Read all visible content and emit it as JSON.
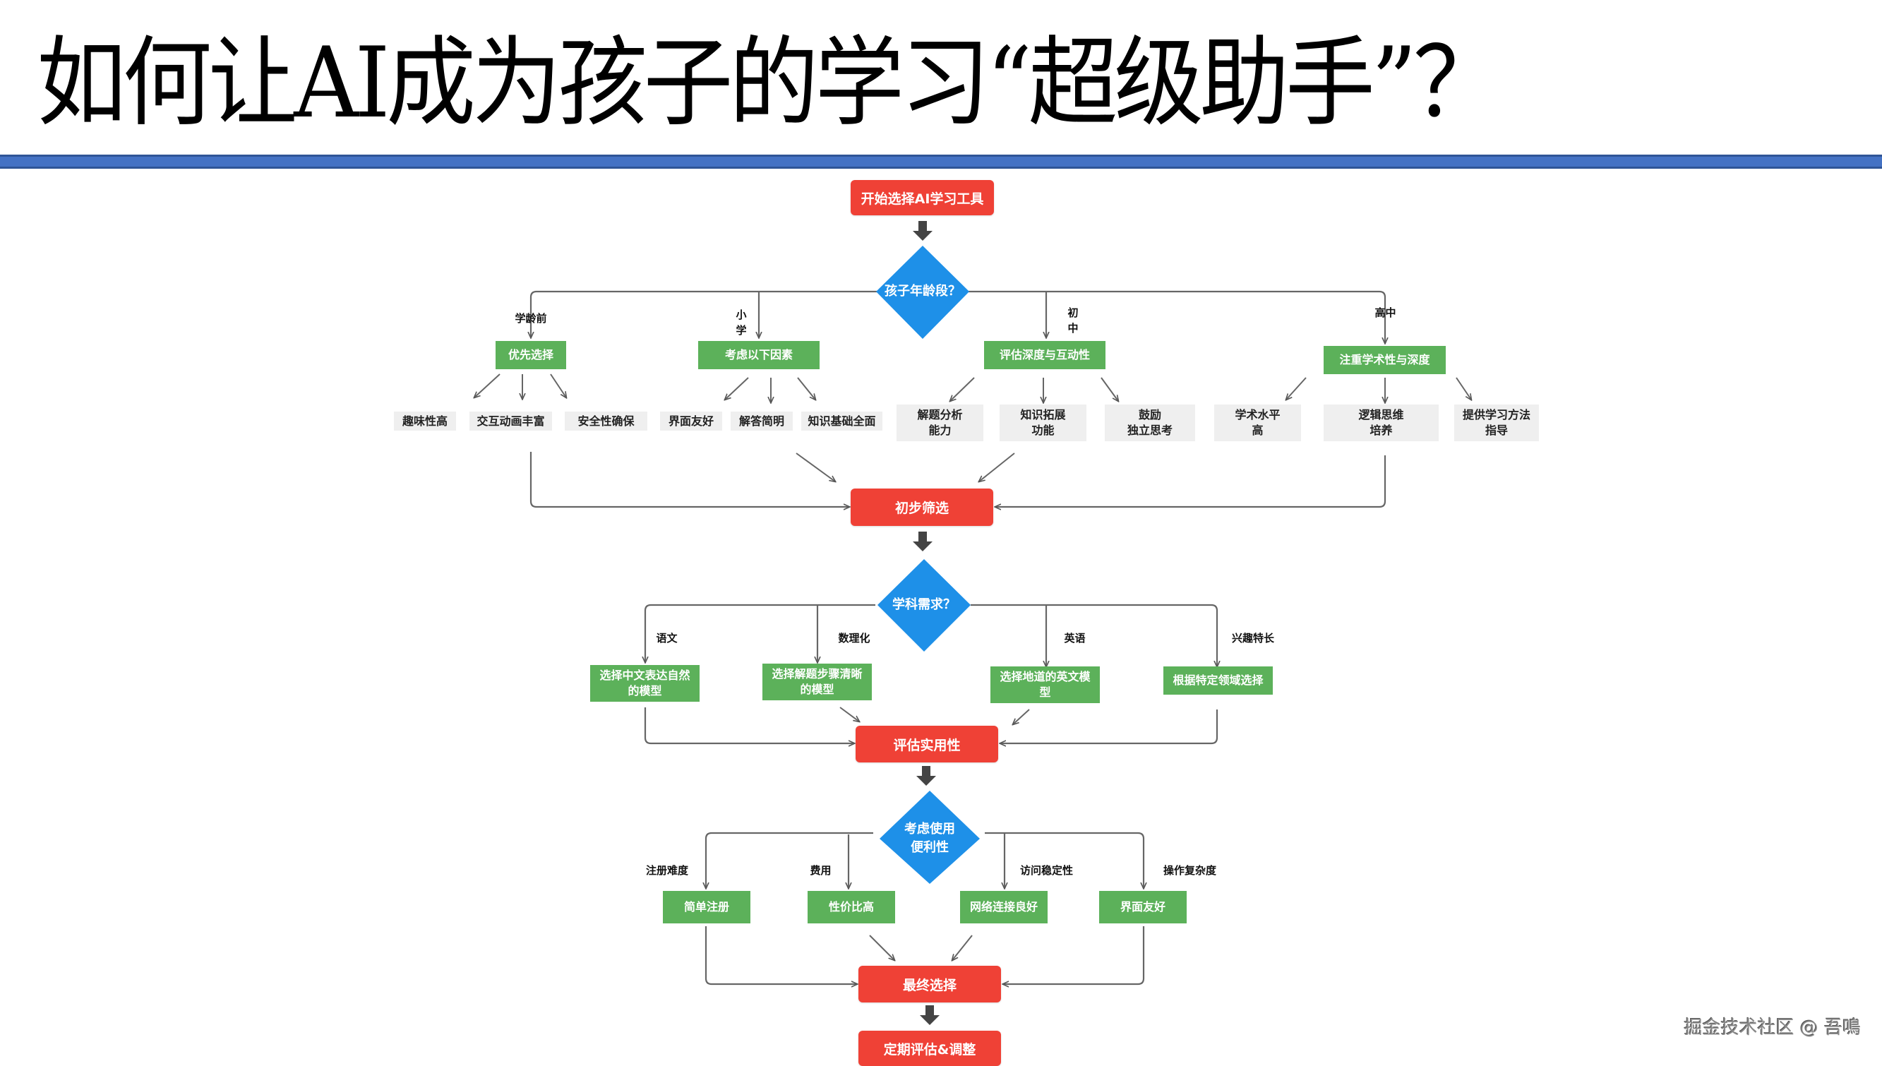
{
  "slide": {
    "title": "如何让AI成为孩子的学习“超级助手”？",
    "watermark": "掘金技术社区 @ 吾鳴"
  },
  "colors": {
    "header_bar": "#4472C4",
    "process": "#EF4136",
    "decision": "#1E90E8",
    "option": "#5CB15A",
    "factor": "#EFEFEF"
  },
  "flow": {
    "start": "开始选择AI学习工具",
    "age_decision": "孩子年龄段？",
    "age_branches": [
      {
        "label": "学龄前",
        "node": "优先选择",
        "factors": [
          "趣味性高",
          "交互动画丰富",
          "安全性确保"
        ]
      },
      {
        "label": "小\n学",
        "node": "考虑以下因素",
        "factors": [
          "界面友好",
          "解答简明",
          "知识基础全面"
        ]
      },
      {
        "label": "初\n中",
        "node": "评估深度与互动性",
        "factors": [
          "解题分析\n能力",
          "知识拓展\n功能",
          "鼓励\n独立思考"
        ]
      },
      {
        "label": "高中",
        "node": "注重学术性与深度",
        "factors": [
          "学术水平\n高",
          "逻辑思维\n培养",
          "提供学习方法\n指导"
        ]
      }
    ],
    "screening": "初步筛选",
    "subject_decision": "学科需求？",
    "subject_branches": [
      {
        "label": "语文",
        "node": "选择中文表达自然\n的模型"
      },
      {
        "label": "数理化",
        "node": "选择解题步骤清晰\n的模型"
      },
      {
        "label": "英语",
        "node": "选择地道的英文模\n型"
      },
      {
        "label": "兴趣特长",
        "node": "根据特定领域选择"
      }
    ],
    "evaluate": "评估实用性",
    "usability_decision": "考虑使用\n便利性",
    "usability_branches": [
      {
        "label": "注册难度",
        "node": "简单注册"
      },
      {
        "label": "费用",
        "node": "性价比高"
      },
      {
        "label": "访问稳定性",
        "node": "网络连接良好"
      },
      {
        "label": "操作复杂度",
        "node": "界面友好"
      }
    ],
    "final": "最终选择",
    "review": "定期评估&调整"
  }
}
